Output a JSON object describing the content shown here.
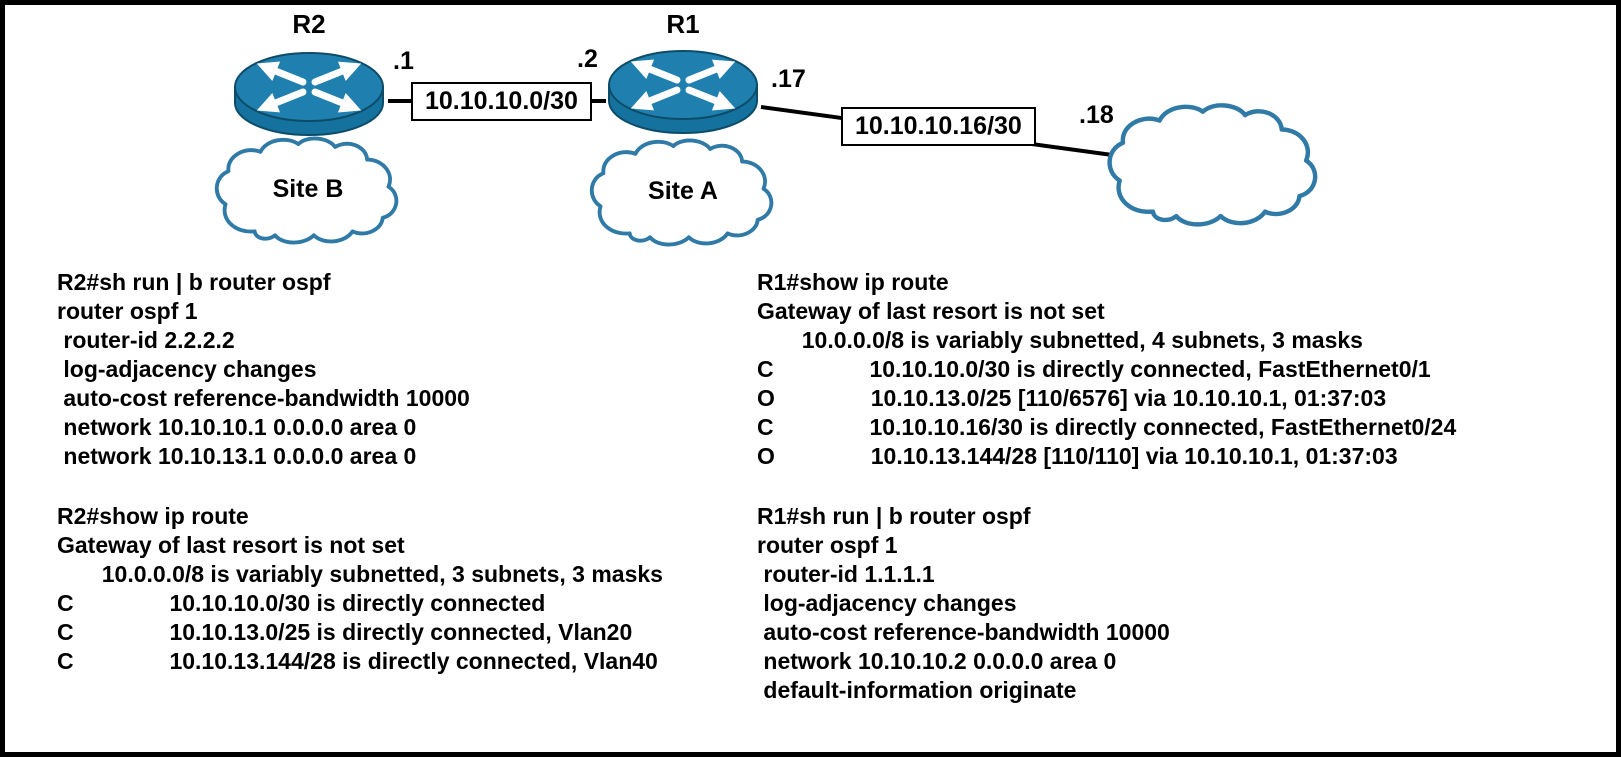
{
  "diagram": {
    "routers": {
      "r2": {
        "label": "R2"
      },
      "r1": {
        "label": "R1"
      }
    },
    "clouds": {
      "site_b": {
        "label": "Site B"
      },
      "site_a": {
        "label": "Site A"
      },
      "wan": {
        "label": ""
      }
    },
    "links": {
      "r2_r1": {
        "label": "10.10.10.0/30",
        "r2_ip": ".1",
        "r1_ip": ".2"
      },
      "r1_wan": {
        "label": "10.10.10.16/30",
        "r1_ip": ".17",
        "wan_ip": ".18"
      }
    },
    "colors": {
      "router_fill": "#1f7fae",
      "router_side": "#15719d",
      "router_stroke": "#0d4c68",
      "cloud_stroke": "#2f7aa6",
      "line": "#000000"
    }
  },
  "cli": {
    "r2_ospf": {
      "lines": [
        "R2#sh run | b router ospf",
        "router ospf 1",
        " router-id 2.2.2.2",
        " log-adjacency changes",
        " auto-cost reference-bandwidth 10000",
        " network 10.10.10.1 0.0.0.0 area 0",
        " network 10.10.13.1 0.0.0.0 area 0"
      ]
    },
    "r2_route": {
      "lines": [
        "R2#show ip route",
        "Gateway of last resort is not set",
        "       10.0.0.0/8 is variably subnetted, 3 subnets, 3 masks",
        "C               10.10.10.0/30 is directly connected",
        "C               10.10.13.0/25 is directly connected, Vlan20",
        "C               10.10.13.144/28 is directly connected, Vlan40"
      ]
    },
    "r1_route": {
      "lines": [
        "R1#show ip route",
        "Gateway of last resort is not set",
        "       10.0.0.0/8 is variably subnetted, 4 subnets, 3 masks",
        "C               10.10.10.0/30 is directly connected, FastEthernet0/1",
        "O               10.10.13.0/25 [110/6576] via 10.10.10.1, 01:37:03",
        "C               10.10.10.16/30 is directly connected, FastEthernet0/24",
        "O               10.10.13.144/28 [110/110] via 10.10.10.1, 01:37:03"
      ]
    },
    "r1_ospf": {
      "lines": [
        "R1#sh run | b router ospf",
        "router ospf 1",
        " router-id 1.1.1.1",
        " log-adjacency changes",
        " auto-cost reference-bandwidth 10000",
        " network 10.10.10.2 0.0.0.0 area 0",
        " default-information originate"
      ]
    }
  }
}
